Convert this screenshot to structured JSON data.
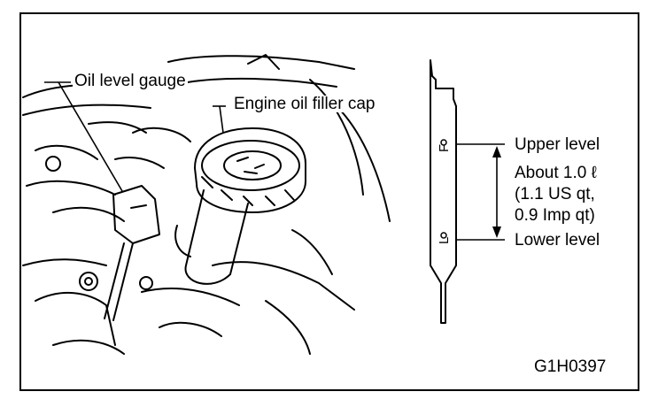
{
  "labels": {
    "oil_level_gauge": "Oil level gauge",
    "engine_oil_filler_cap": "Engine oil filler cap",
    "upper_level": "Upper level",
    "capacity_line1": "About 1.0 ℓ",
    "capacity_line2": "(1.1 US qt,",
    "capacity_line3": "0.9 Imp qt)",
    "lower_level": "Lower level",
    "dipstick_mark_upper": "F",
    "dipstick_mark_lower": "L",
    "figure_code": "G1H0397"
  }
}
